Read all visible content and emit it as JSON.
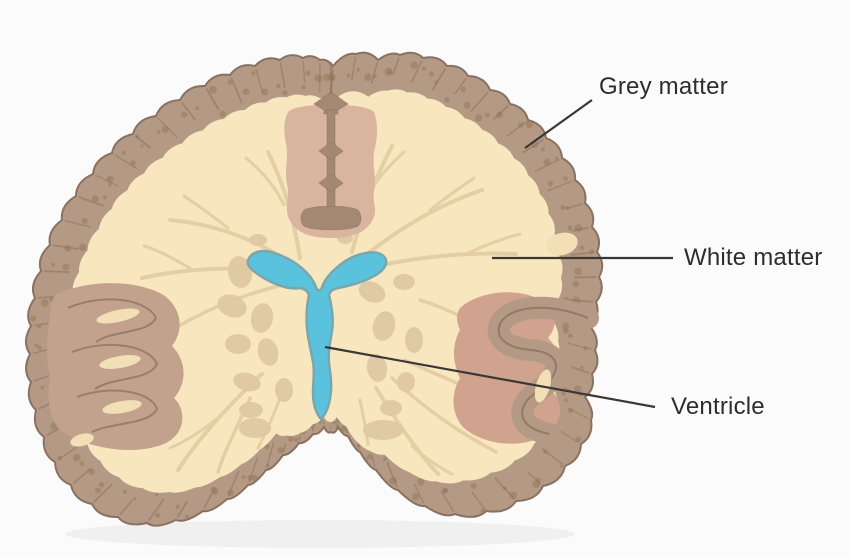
{
  "labels": {
    "grey_matter": "Grey matter",
    "white_matter": "White matter",
    "ventricle": "Ventricle"
  },
  "colors": {
    "bg": "#fbfbfb",
    "cortex": "#b49a85",
    "cortex_outline": "#8a7161",
    "cortex_speckle": "#937655",
    "white_matter": "#f8e6bf",
    "branch": "#e4cea4",
    "fissure_pink": "#d9b5a0",
    "fissure_brown": "#a48871",
    "nuclei": "#ddc8a1",
    "insula_left": "#c2a28c",
    "insula_right": "#cfa38d",
    "cream_sliver": "#f3dfb6",
    "ventricle_fill": "#5ac2dc",
    "ventricle_outline": "#7ba6ad",
    "label_color": "#2d2d2d",
    "leader_line": "#3a3836"
  }
}
